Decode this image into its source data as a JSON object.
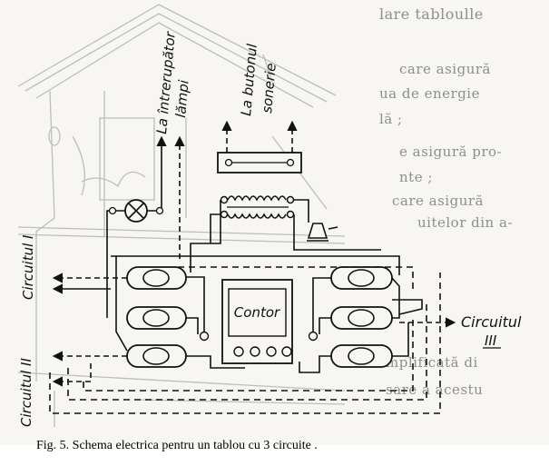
{
  "background_text": [
    "lare tabloulle",
    "",
    "care asigură",
    "ua  de  energie",
    "lă ;",
    "e  asigură  pro-",
    "nte ;",
    "care  asigură",
    "uitelor  din  a-",
    "mplificată  di",
    "sare  a  acestu"
  ],
  "labels": {
    "interrupter": "La întrerupător",
    "lamps": "lămpi",
    "button": "La butonul",
    "bell": "sonerie",
    "meter": "Contor",
    "circuit_1": "Circuitul I",
    "circuit_2": "Circuitul II",
    "circuit_3_word": "Circuitul",
    "circuit_3_num": "III"
  },
  "caption": "Fig. 5. Schema electrica pentru un tablou cu 3 circuite ."
}
